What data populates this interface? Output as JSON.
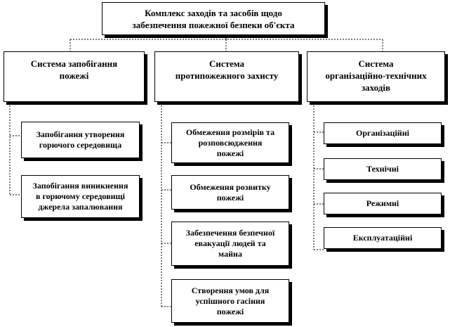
{
  "root": {
    "line1": "Комплекс заходів та засобів щодо",
    "line2": "забезпечення пожежної безпеки об'єкта"
  },
  "systems": [
    {
      "line1": "Система запобігання",
      "line2": "пожежі",
      "line3": "",
      "items": [
        {
          "line1": "Запобігання утворення",
          "line2": "горючого середовища",
          "line3": ""
        },
        {
          "line1": "Запобігання виникнення",
          "line2": "в горючому середовищі",
          "line3": "джерела запалювання"
        }
      ]
    },
    {
      "line1": "Система",
      "line2": "протипожежного захисту",
      "line3": "",
      "items": [
        {
          "line1": "Обмеження розмірів та",
          "line2": "розповсюдження",
          "line3": "пожежі"
        },
        {
          "line1": "Обмеження розвитку",
          "line2": "пожежі",
          "line3": ""
        },
        {
          "line1": "Забезпечення безпечної",
          "line2": "евакуації людей та",
          "line3": "майна"
        },
        {
          "line1": "Створення умов для",
          "line2": "успішного гасіння",
          "line3": "пожежі"
        }
      ]
    },
    {
      "line1": "Система",
      "line2": "організаційно-технічних",
      "line3": "заходів",
      "items": [
        {
          "line1": "Організаційні",
          "line2": "",
          "line3": ""
        },
        {
          "line1": "Технічні",
          "line2": "",
          "line3": ""
        },
        {
          "line1": "Режимні",
          "line2": "",
          "line3": ""
        },
        {
          "line1": "Експлуатаційні",
          "line2": "",
          "line3": ""
        }
      ]
    }
  ]
}
